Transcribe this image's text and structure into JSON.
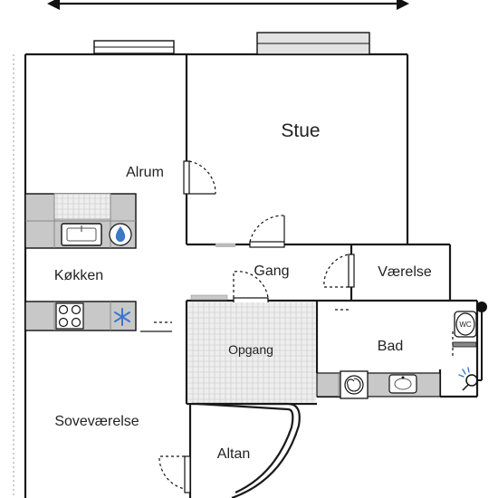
{
  "rooms": {
    "stue": "Stue",
    "alrum": "Alrum",
    "kokken": "Køkken",
    "gang": "Gang",
    "vaerelse": "Værelse",
    "opgang": "Opgang",
    "bad": "Bad",
    "sovevaerelse": "Soveværelse",
    "altan": "Altan"
  },
  "fixtures": {
    "wc": "WC"
  },
  "icons": {
    "sink": "sink-icon",
    "water_drop": "water-drop-icon",
    "stove": "stove-icon",
    "snowflake": "snowflake-icon",
    "washing_machine": "washing-machine-icon",
    "shower": "shower-icon"
  },
  "colors": {
    "wall": "#1a1a1a",
    "counter": "#c8c8c8",
    "counter_dark": "#9e9e9e",
    "accent_blue": "#3a78c9",
    "staircase": "#e6e6e6"
  }
}
